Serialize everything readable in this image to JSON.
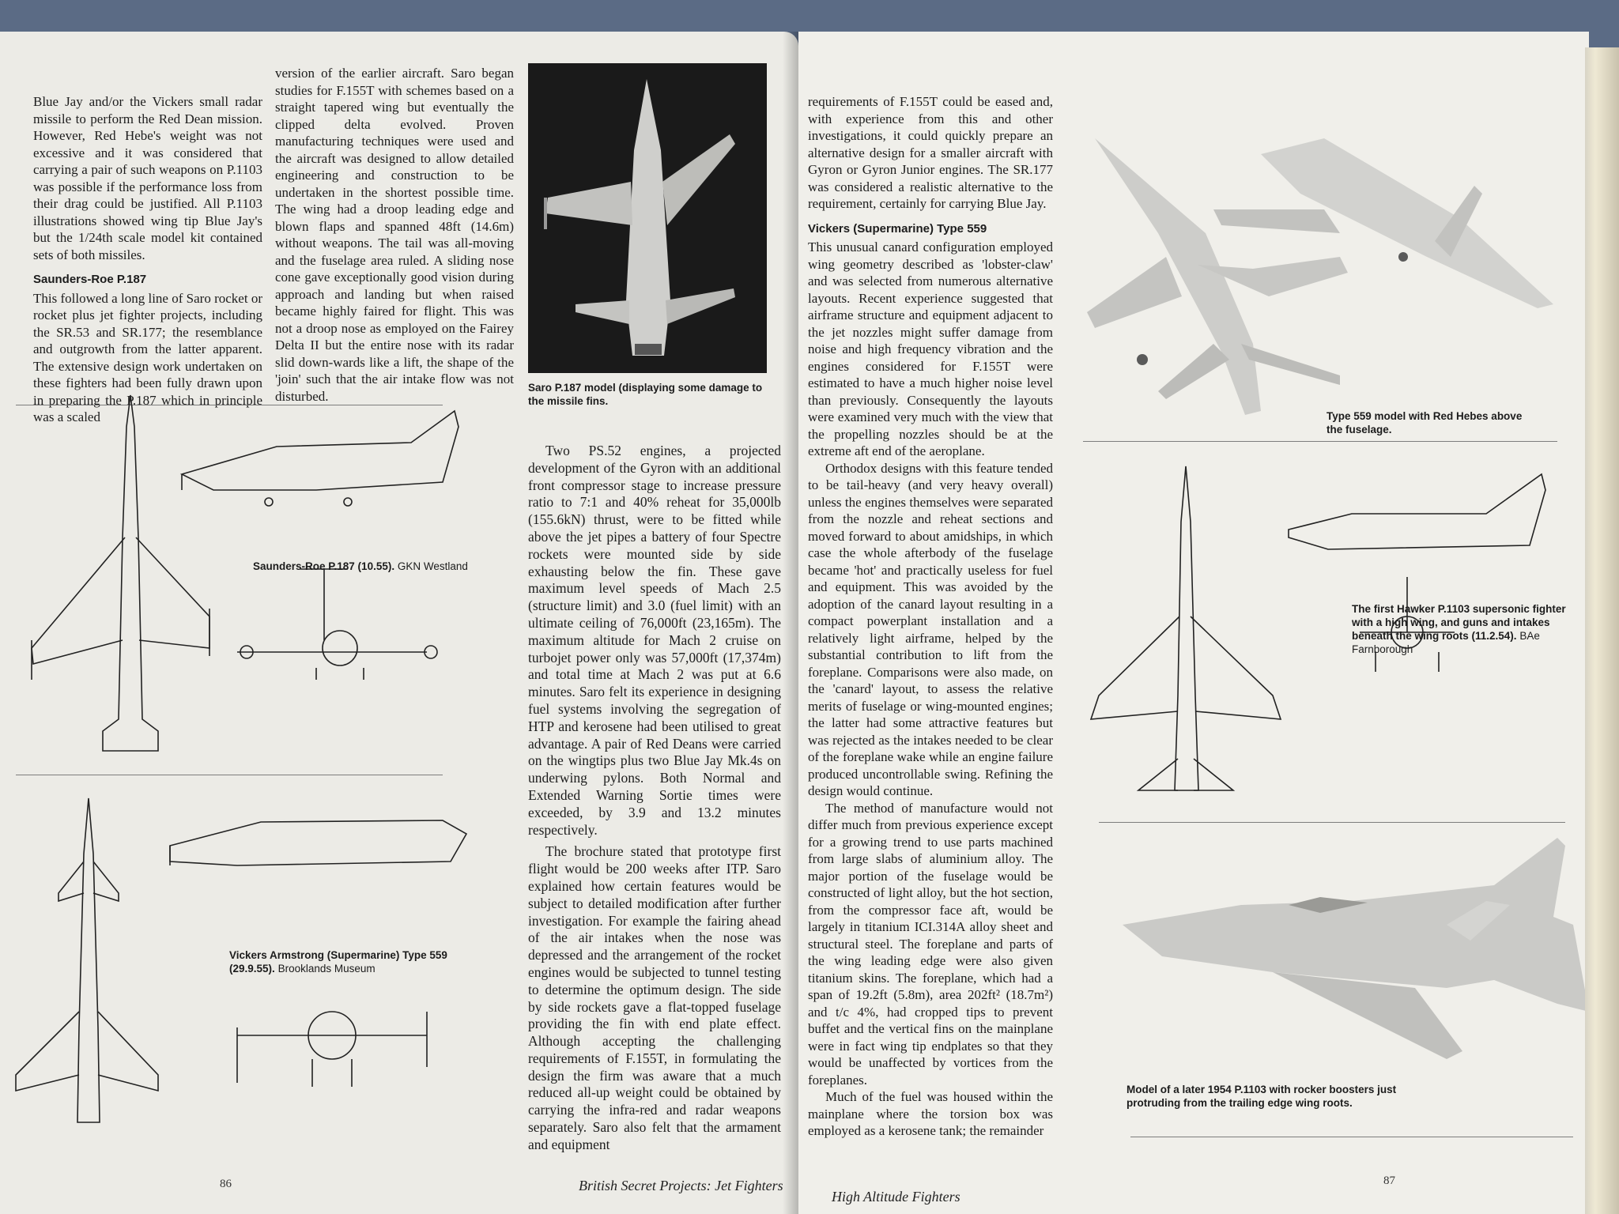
{
  "left_page": {
    "col1_intro": "Blue Jay and/or the Vickers small radar missile to perform the Red Dean mission. However, Red Hebe's weight was not excessive and it was considered that carrying a pair of such weapons on P.1103 was possible if the performance loss from their drag could be justified. All P.1103 illustrations showed wing tip Blue Jay's but the 1/24th scale model kit contained sets of both missiles.",
    "col1_heading": "Saunders-Roe P.187",
    "col1_body": "This followed a long line of Saro rocket or rocket plus jet fighter projects, including the SR.53 and SR.177; the resemblance and outgrowth from the latter apparent. The extensive design work undertaken on these fighters had been fully drawn upon in preparing the P.187 which in principle was a scaled",
    "col2_text": "version of the earlier aircraft. Saro began studies for F.155T with schemes based on a straight tapered wing but eventually the clipped delta evolved. Proven manufacturing techniques were used and the aircraft was designed to allow detailed engineering and construction to be undertaken in the shortest possible time. The wing had a droop leading edge and blown flaps and spanned 48ft (14.6m) without weapons. The tail was all-moving and the fuselage area ruled. A sliding nose cone gave exceptionally good vision during approach and landing but when raised became highly faired for flight. This was not a droop nose as employed on the Fairey Delta II but the entire nose with its radar slid down-wards like a lift, the shape of the 'join' such that the air intake flow was not disturbed.",
    "photo_caption": "Saro P.187 model (displaying some damage to the missile fins.",
    "drawing1_caption_bold": "Saunders-Roe P.187 (10.55).",
    "drawing1_caption_credit": "GKN Westland",
    "drawing2_caption_bold": "Vickers Armstrong (Supermarine) Type 559 (29.9.55).",
    "drawing2_caption_credit": "Brooklands Museum",
    "col3_p1": "Two PS.52 engines, a projected development of the Gyron with an additional front compressor stage to increase pressure ratio to 7:1 and 40% reheat for 35,000lb (155.6kN) thrust, were to be fitted while above the jet pipes a battery of four Spectre rockets were mounted side by side exhausting below the fin. These gave maximum level speeds of Mach 2.5 (structure limit) and 3.0 (fuel limit) with an ultimate ceiling of 76,000ft (23,165m). The maximum altitude for Mach 2 cruise on turbojet power only was 57,000ft (17,374m) and total time at Mach 2 was put at 6.6 minutes. Saro felt its experience in designing fuel systems involving the segregation of HTP and kerosene had been utilised to great advantage. A pair of Red Deans were carried on the wingtips plus two Blue Jay Mk.4s on underwing pylons. Both Normal and Extended Warning Sortie times were exceeded, by 3.9 and 13.2 minutes respectively.",
    "col3_p2": "The brochure stated that prototype first flight would be 200 weeks after ITP. Saro explained how certain features would be subject to detailed modification after further investigation. For example the fairing ahead of the air intakes when the nose was depressed and the arrangement of the rocket engines would be subjected to tunnel testing to determine the optimum design. The side by side rockets gave a flat-topped fuselage providing the fin with end plate effect. Although accepting the challenging requirements of F.155T, in formulating the design the firm was aware that a much reduced all-up weight could be obtained by carrying the infra-red and radar weapons separately. Saro also felt that the armament and equipment",
    "page_number": "86",
    "running_title": "British Secret Projects: Jet Fighters"
  },
  "right_page": {
    "col1_intro": "requirements of F.155T could be eased and, with experience from this and other investigations, it could quickly prepare an alternative design for a smaller aircraft with Gyron or Gyron Junior engines. The SR.177 was considered a realistic alternative to the requirement, certainly for carrying Blue Jay.",
    "col1_heading": "Vickers (Supermarine) Type 559",
    "col1_p1": "This unusual canard configuration employed wing geometry described as 'lobster-claw' and was selected from numerous alternative layouts. Recent experience suggested that airframe structure and equipment adjacent to the jet nozzles might suffer damage from noise and high frequency vibration and the engines considered for F.155T were estimated to have a much higher noise level than previously. Consequently the layouts were examined very much with the view that the propelling nozzles should be at the extreme aft end of the aeroplane.",
    "col1_p2": "Orthodox designs with this feature tended to be tail-heavy (and very heavy overall) unless the engines themselves were separated from the nozzle and reheat sections and moved forward to about amidships, in which case the whole afterbody of the fuselage became 'hot' and practically useless for fuel and equipment. This was avoided by the adoption of the canard layout resulting in a compact powerplant installation and a relatively light airframe, helped by the substantial contribution to lift from the foreplane. Comparisons were also made, on the 'canard' layout, to assess the relative merits of fuselage or wing-mounted engines; the latter had some attractive features but was rejected as the intakes needed to be clear of the foreplane wake while an engine failure produced uncontrollable swing. Refining the design would continue.",
    "col1_p3": "The method of manufacture would not differ much from previous experience except for a growing trend to use parts machined from large slabs of aluminium alloy. The major portion of the fuselage would be constructed of light alloy, but the hot section, from the compressor face aft, would be largely in titanium ICI.314A alloy sheet and structural steel. The foreplane and parts of the wing leading edge were also given titanium skins. The foreplane, which had a span of 19.2ft (5.8m), area 202ft² (18.7m²) and t/c 4%, had cropped tips to prevent buffet and the vertical fins on the mainplane were in fact wing tip endplates so that they would be unaffected by vortices from the foreplanes.",
    "col1_p4": "Much of the fuel was housed within the mainplane where the torsion box was employed as a kerosene tank; the remainder",
    "photo1_caption": "Type 559 model with Red Hebes above the fuselage.",
    "drawing_caption_bold": "The first Hawker P.1103 supersonic fighter with a high wing, and guns and intakes beneath the wing roots (11.2.54).",
    "drawing_caption_credit": "BAe Farnborough",
    "photo2_caption": "Model of a later 1954 P.1103 with rocker boosters just protruding from the trailing edge wing roots.",
    "page_number": "87",
    "running_title": "High Altitude Fighters"
  },
  "colors": {
    "paper": "#ecebe6",
    "ink": "#1c1c1c",
    "photo_bg": "#1a1a1a",
    "model_grey": "#c9c9c6",
    "backdrop": "#5b6b85"
  }
}
